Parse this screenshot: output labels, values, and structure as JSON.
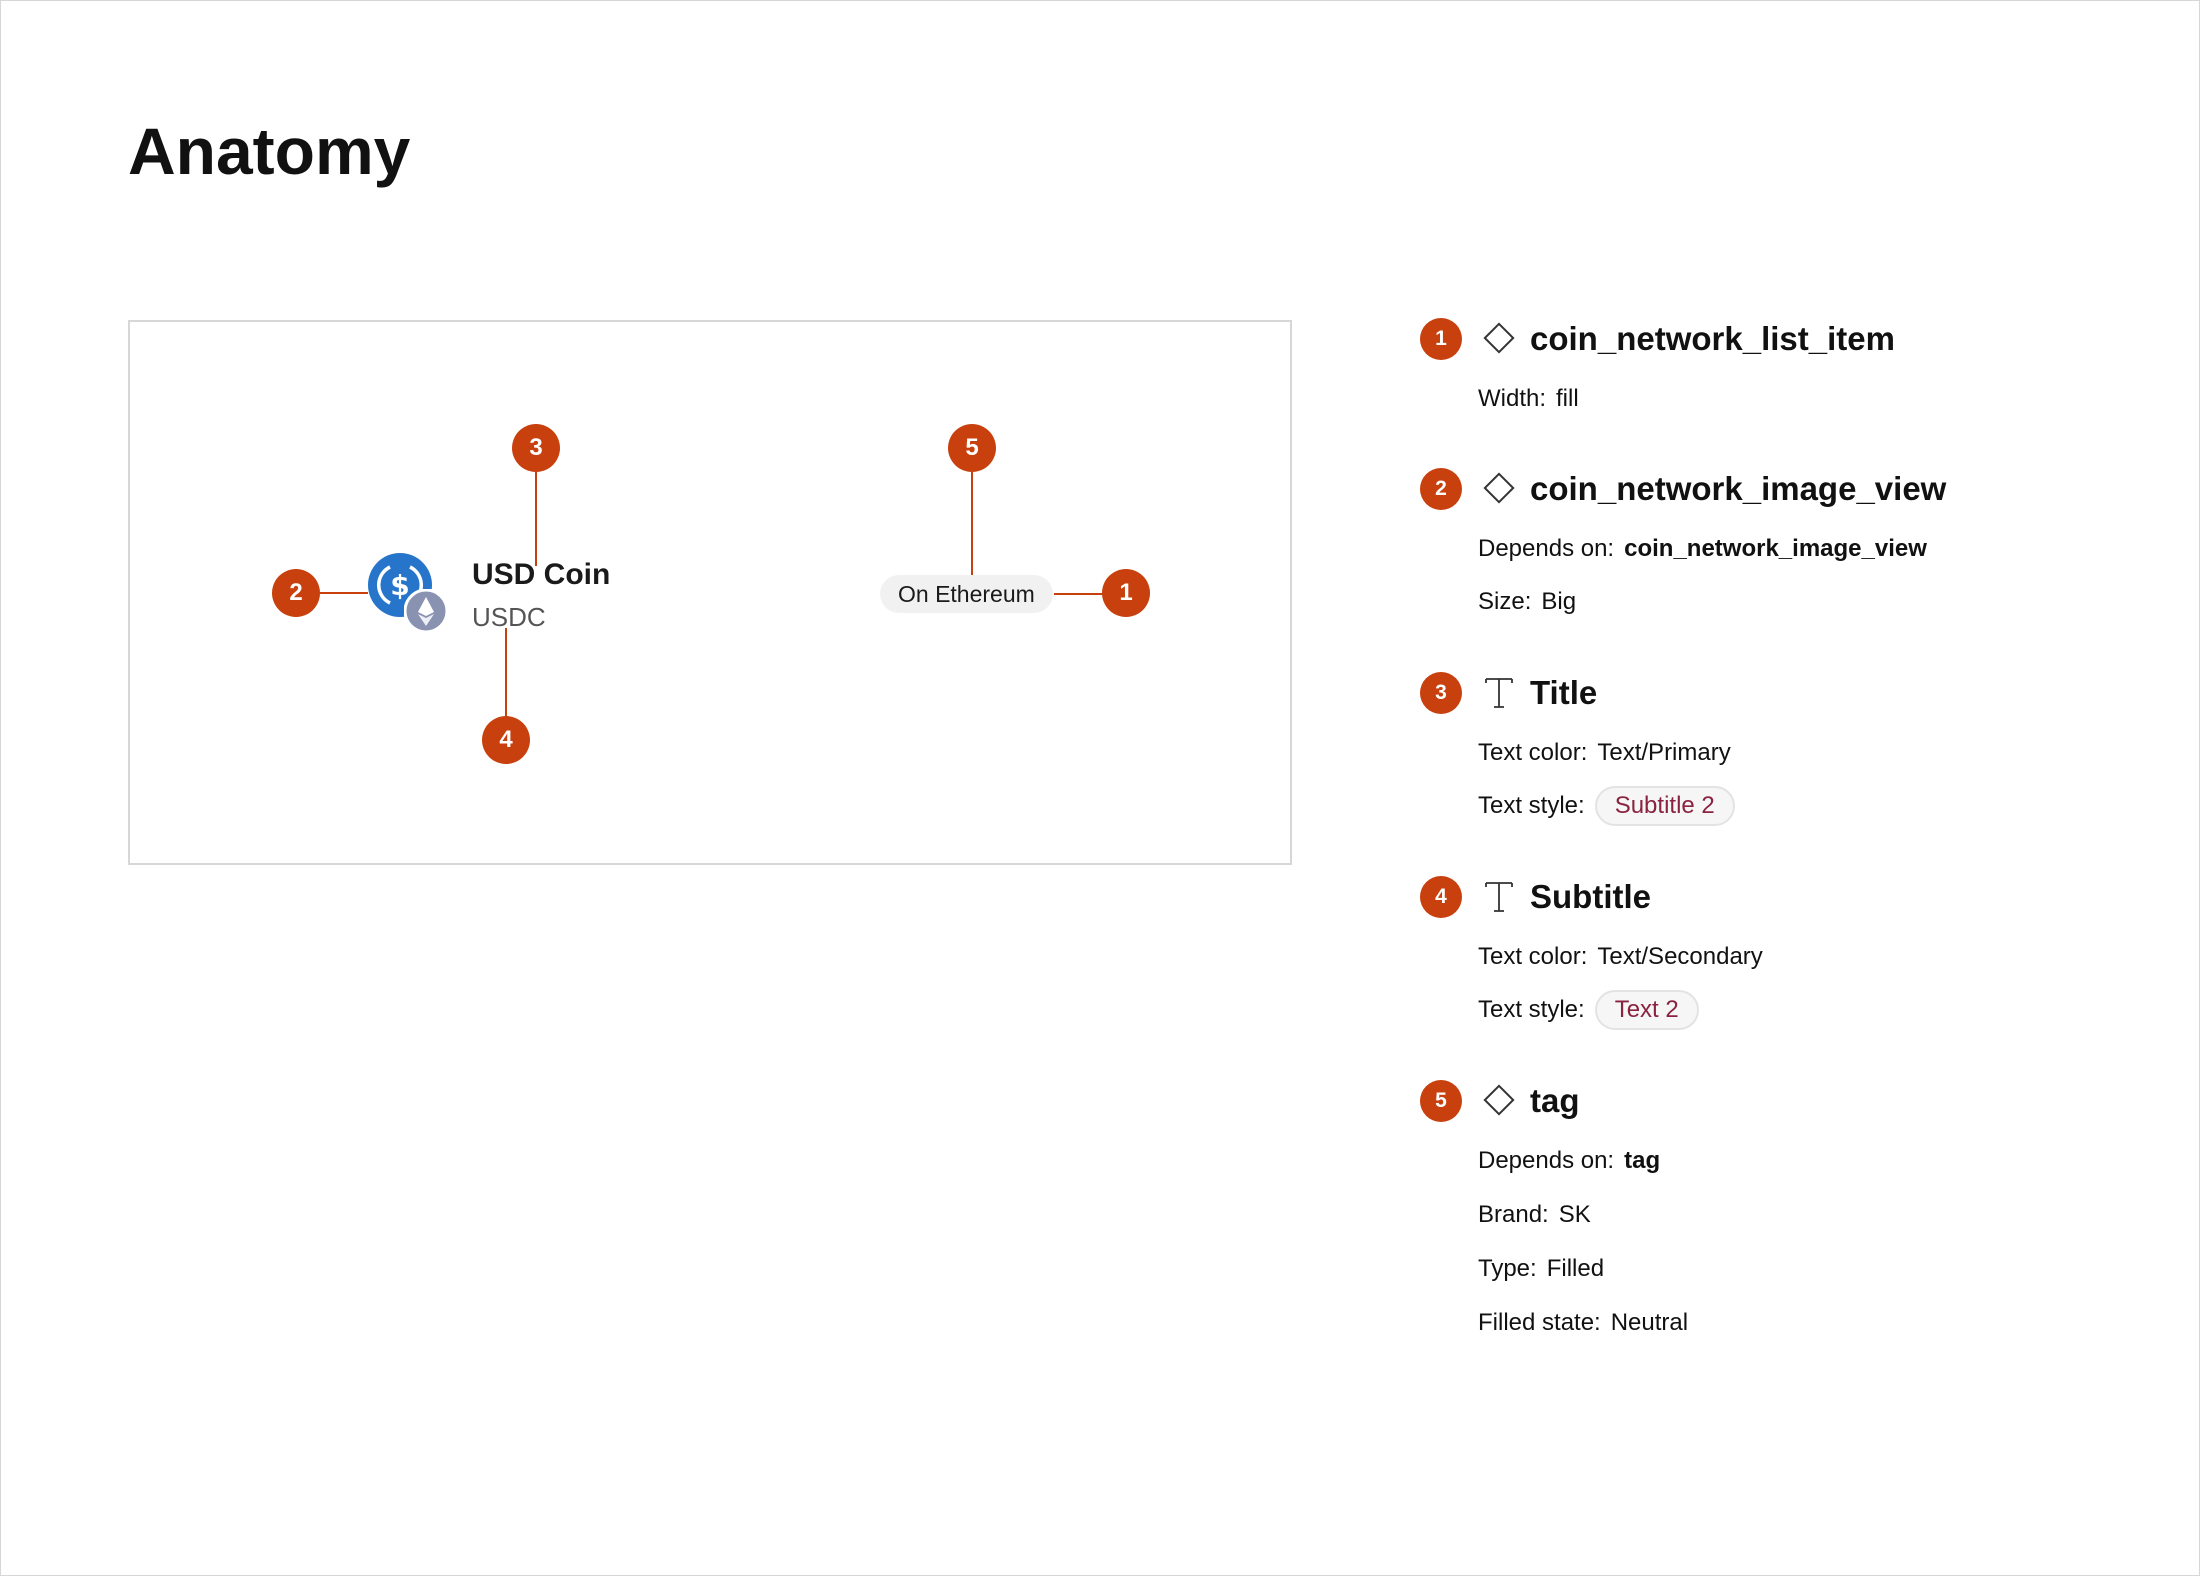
{
  "page": {
    "title": "Anatomy"
  },
  "accent_color": "#c7400d",
  "preview": {
    "coin_title": "USD Coin",
    "coin_subtitle": "USDC",
    "tag_label": "On Ethereum",
    "coin_icon": "usdc-icon",
    "network_icon": "ethereum-icon",
    "markers": [
      "1",
      "2",
      "3",
      "4",
      "5"
    ]
  },
  "specs": [
    {
      "number": "1",
      "icon": "component-icon",
      "name": "coin_network_list_item",
      "props": [
        {
          "key": "Width:",
          "value": "fill"
        }
      ]
    },
    {
      "number": "2",
      "icon": "component-icon",
      "name": "coin_network_image_view",
      "props": [
        {
          "key": "Depends on:",
          "value": "coin_network_image_view"
        },
        {
          "key": "Size:",
          "value": "Big"
        }
      ]
    },
    {
      "number": "3",
      "icon": "text-icon",
      "name": "Title",
      "props": [
        {
          "key": "Text color:",
          "value": "Text/Primary"
        },
        {
          "key": "Text style:",
          "value": "Subtitle 2"
        }
      ]
    },
    {
      "number": "4",
      "icon": "text-icon",
      "name": "Subtitle",
      "props": [
        {
          "key": "Text color:",
          "value": "Text/Secondary"
        },
        {
          "key": "Text style:",
          "value": "Text 2"
        }
      ]
    },
    {
      "number": "5",
      "icon": "component-icon",
      "name": "tag",
      "props": [
        {
          "key": "Depends on:",
          "value": "tag"
        },
        {
          "key": "Brand:",
          "value": "SK"
        },
        {
          "key": "Type:",
          "value": "Filled"
        },
        {
          "key": "Filled state:",
          "value": "Neutral"
        }
      ]
    }
  ]
}
